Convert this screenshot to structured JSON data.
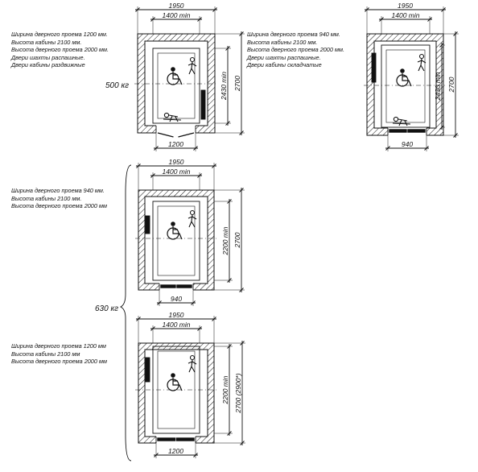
{
  "colors": {
    "ink": "#111111",
    "paper": "#ffffff"
  },
  "groups": {
    "load_500": "500 кг",
    "load_630": "630 кг"
  },
  "plans": [
    {
      "id": "a",
      "spec": [
        "Ширина дверного проема 1200 мм.",
        "Высота кабины 2100 мм.",
        "Высота дверного проема 2000 мм.",
        "Двери шахты распашные.",
        "Двери кабины раздвижные"
      ],
      "dim_outer": "1950",
      "dim_inner": "1400 min",
      "dim_depth_inner": "2430 min",
      "dim_depth_outer": "2700",
      "dim_door": "1200",
      "icons": [
        "wheelchair-icon",
        "person-icon",
        "crutch-person-icon",
        "car-panel-icon"
      ]
    },
    {
      "id": "b",
      "spec": [
        "Ширина дверного проема 940 мм.",
        "Высота кабины 2100 мм.",
        "Высота дверного проема 2000 мм.",
        "Двери шахты распашные.",
        "Двери кабины складчатые"
      ],
      "dim_outer": "1950",
      "dim_inner": "1400 min",
      "dim_depth_inner": "2430 min",
      "dim_depth_outer": "2700",
      "dim_door": "940",
      "icons": [
        "wheelchair-icon",
        "person-icon",
        "crutch-person-icon",
        "car-panel-icon"
      ]
    },
    {
      "id": "c",
      "spec": [
        "Ширина дверного проема 940 мм.",
        "Высота кабины 2100 мм.",
        "Высота дверного проема 2000 мм"
      ],
      "dim_outer": "1950",
      "dim_inner": "1400 min",
      "dim_depth_inner": "2200 min",
      "dim_depth_outer": "2700",
      "dim_door": "940",
      "icons": [
        "wheelchair-icon",
        "person-icon",
        "car-panel-icon"
      ]
    },
    {
      "id": "d",
      "spec": [
        "Ширина дверного проема 1200 мм",
        "Высота кабины 2100 мм",
        "Высота дверного проема 2000 мм"
      ],
      "dim_outer": "1950",
      "dim_inner": "1400 min",
      "dim_depth_inner": "2200 min",
      "dim_depth_outer": "2700 (2900*)",
      "dim_door": "1200",
      "icons": [
        "wheelchair-icon",
        "person-icon",
        "car-panel-icon"
      ]
    }
  ]
}
